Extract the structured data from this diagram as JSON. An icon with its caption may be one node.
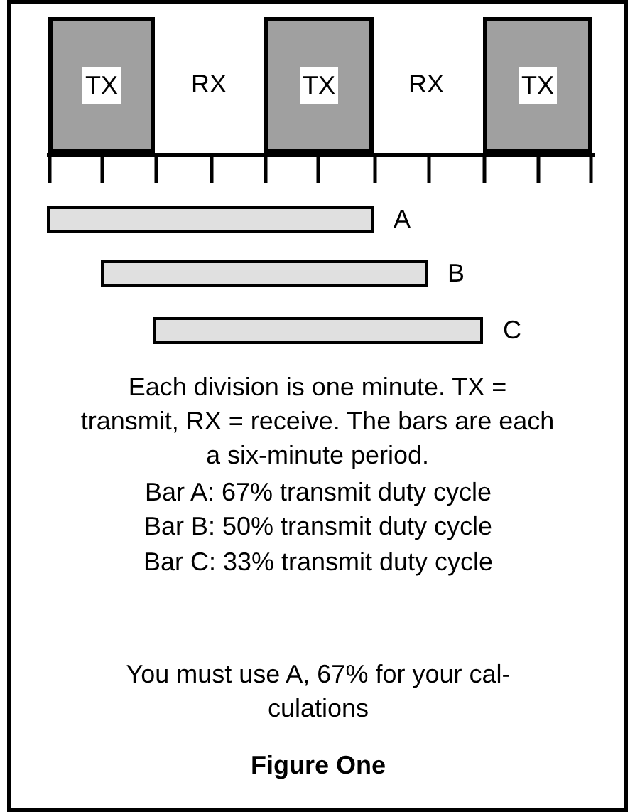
{
  "diagram": {
    "caption": "Figure One",
    "nodes": [
      {
        "text": [
          "TX"
        ]
      },
      {
        "text": [
          "TX"
        ]
      },
      {
        "text": [
          "TX"
        ]
      },
      {
        "text": [],
        "shape": "bar",
        "beside": [
          "A"
        ]
      },
      {
        "text": [],
        "shape": "bar",
        "beside": [
          "B"
        ]
      },
      {
        "text": [],
        "shape": "bar",
        "beside": [
          "C"
        ]
      }
    ],
    "labels": [
      "RX",
      "RX",
      "Each division is one minute. TX = transmit, RX = receive. The bars are each a six-minute period.",
      "Bar A: 67% transmit duty cycle",
      "Bar B: 50% transmit duty cycle",
      "Bar C: 33% transmit duty cycle",
      "You must use A, 67% for your cal- culations"
    ]
  }
}
